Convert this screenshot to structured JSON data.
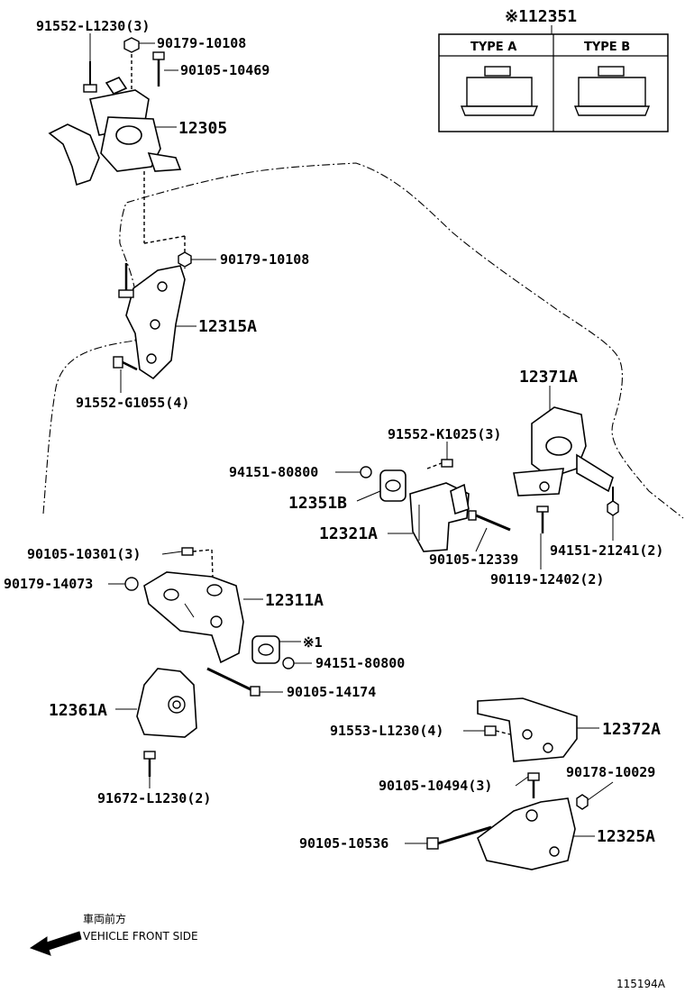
{
  "type_box": {
    "ref_label": "※112351",
    "type_a": "TYPE A",
    "type_b": "TYPE B"
  },
  "labels": {
    "l_91552_L1230": "91552-L1230(3)",
    "l_90179_10108_a": "90179-10108",
    "l_90105_10469": "90105-10469",
    "l_12305": "12305",
    "l_90179_10108_b": "90179-10108",
    "l_12315A": "12315A",
    "l_91552_G1055": "91552-G1055(4)",
    "l_12371A": "12371A",
    "l_91552_K1025": "91552-K1025(3)",
    "l_94151_80800_a": "94151-80800",
    "l_12351B": "12351B",
    "l_12321A": "12321A",
    "l_90105_12339": "90105-12339",
    "l_90119_12402": "90119-12402(2)",
    "l_94151_21241": "94151-21241(2)",
    "l_90105_10301": "90105-10301(3)",
    "l_90179_14073": "90179-14073",
    "l_12311A": "12311A",
    "l_ref1": "※1",
    "l_94151_80800_b": "94151-80800",
    "l_90105_14174": "90105-14174",
    "l_12361A": "12361A",
    "l_91553_L1230": "91553-L1230(4)",
    "l_12372A": "12372A",
    "l_90105_10494": "90105-10494(3)",
    "l_90178_10029": "90178-10029",
    "l_91672_L1230": "91672-L1230(2)",
    "l_90105_10536": "90105-10536",
    "l_12325A": "12325A"
  },
  "direction": {
    "jp": "車両前方",
    "en": "VEHICLE FRONT SIDE"
  },
  "figure_id": "115194A"
}
